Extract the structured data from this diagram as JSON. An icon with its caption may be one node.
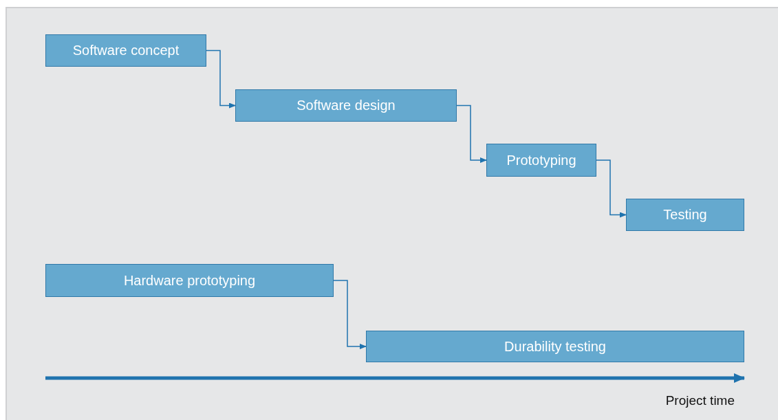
{
  "diagram": {
    "nodes": [
      {
        "text": [
          "Software concept"
        ]
      },
      {
        "text": [
          "Software design"
        ]
      },
      {
        "text": [
          "Prototyping"
        ]
      },
      {
        "text": [
          "Testing"
        ]
      },
      {
        "text": [
          "Hardware prototyping"
        ]
      },
      {
        "text": [
          "Durability testing"
        ]
      }
    ],
    "edges": [
      {
        "from": 0,
        "to": 1,
        "arrow": "to"
      },
      {
        "from": 1,
        "to": 2,
        "arrow": "to"
      },
      {
        "from": 2,
        "to": 3,
        "arrow": "to"
      },
      {
        "from": 4,
        "to": 5,
        "arrow": "to"
      }
    ],
    "labels": [
      "Project time"
    ]
  }
}
